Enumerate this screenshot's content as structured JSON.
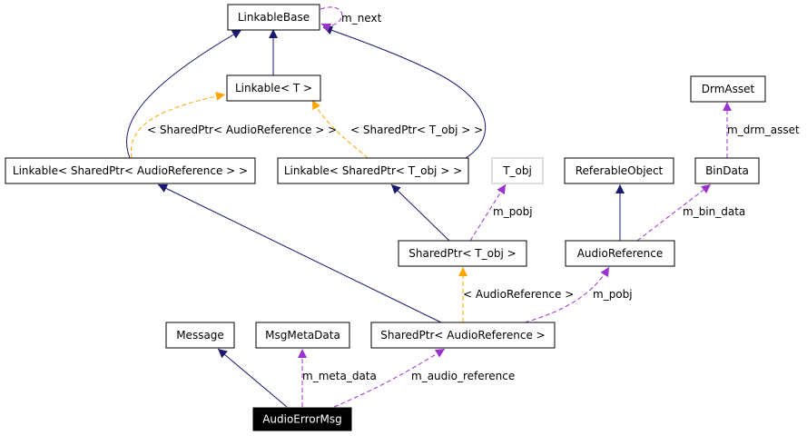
{
  "colors": {
    "inheritance": "#191970",
    "usage": "#9a32cd",
    "template": "#ffa500",
    "node_border": "#000000",
    "node_border_undocumented": "#bfbfbf",
    "focus_fill": "#000000",
    "focus_text": "#ffffff"
  },
  "nodes": {
    "linkable_base": "LinkableBase",
    "linkable_t": "Linkable< T >",
    "linkable_sp_audio": "Linkable< SharedPtr< AudioReference > >",
    "linkable_sp_tobj": "Linkable< SharedPtr< T_obj > >",
    "t_obj": "T_obj",
    "referable_object": "ReferableObject",
    "bin_data": "BinData",
    "drm_asset": "DrmAsset",
    "sharedptr_tobj": "SharedPtr< T_obj >",
    "audio_reference": "AudioReference",
    "message": "Message",
    "msg_meta_data": "MsgMetaData",
    "sharedptr_audio": "SharedPtr< AudioReference >",
    "audio_error_msg": "AudioErrorMsg"
  },
  "edge_labels": {
    "m_next": "m_next",
    "tpl_sp_audio": "< SharedPtr< AudioReference > >",
    "tpl_sp_tobj": "< SharedPtr< T_obj > >",
    "m_drm_asset": "m_drm_asset",
    "m_bin_data": "m_bin_data",
    "m_pobj_tobj": "m_pobj",
    "tpl_audio_ref": "< AudioReference >",
    "m_pobj_audio": "m_pobj",
    "m_meta_data": "m_meta_data",
    "m_audio_reference": "m_audio_reference"
  }
}
